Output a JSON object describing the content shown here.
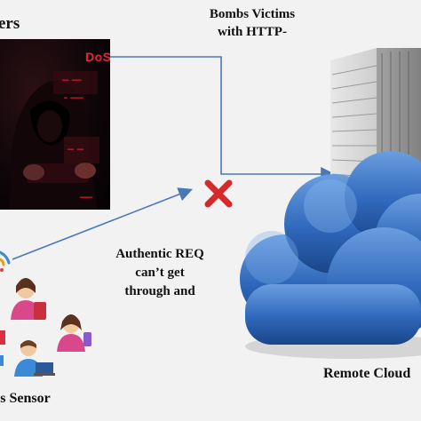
{
  "labels": {
    "attackers": "ers",
    "bombs_line1": "Bombs Victims",
    "bombs_line2": "with HTTP-",
    "authentic_line1": "Authentic REQ",
    "authentic_line2": "can’t get",
    "authentic_line3": "through and",
    "remote_cloud": "Remote Cloud",
    "sensor": "ss Sensor"
  },
  "photo": {
    "dos_text": "DoS"
  },
  "colors": {
    "arrow": "#4a78b5",
    "block_x": "#d42a2a",
    "cloud_dark": "#1e4f99",
    "cloud_light": "#5d92d8"
  },
  "icons": [
    "hacker-photo",
    "server-rack-icon",
    "cloud-icon",
    "blocked-x-icon",
    "wifi-icon",
    "user-icons"
  ]
}
